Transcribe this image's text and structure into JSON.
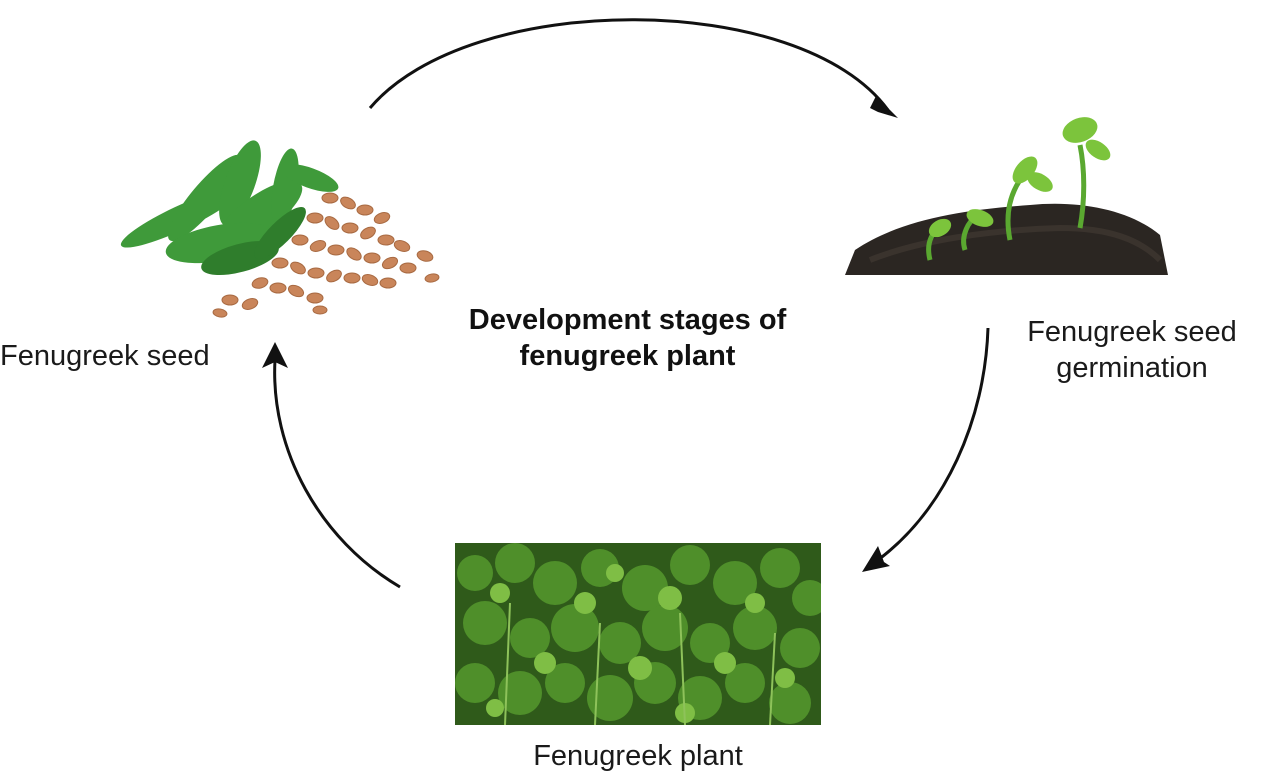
{
  "diagram": {
    "title_line1": "Development stages of",
    "title_line2": "fenugreek plant",
    "stages": [
      {
        "label": "Fenugreek seed"
      },
      {
        "label_line1": "Fenugreek seed",
        "label_line2": "germination"
      },
      {
        "label": "Fenugreek plant"
      }
    ]
  },
  "colors": {
    "arrow": "#111111",
    "leaf": "#3f9a3a",
    "seed": "#c9855a",
    "soil": "#2b2622",
    "foliage": "#4f8f2a"
  },
  "icons": [
    "arrow-icon",
    "seed-illustration",
    "seedling-illustration",
    "plant-illustration"
  ]
}
